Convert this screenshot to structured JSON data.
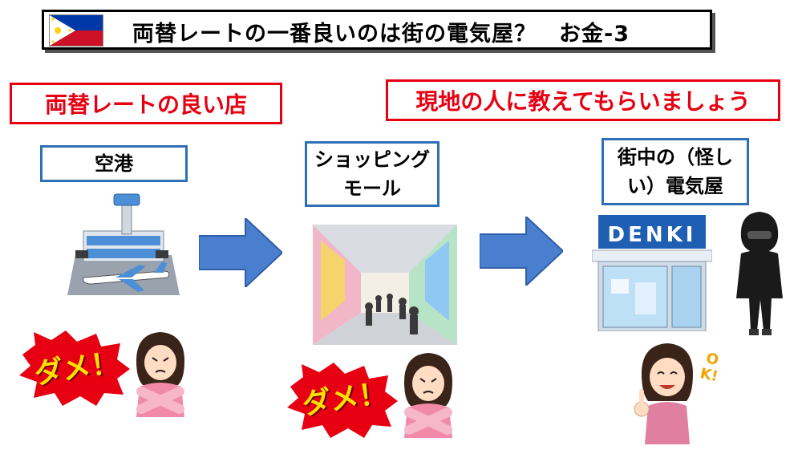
{
  "header": {
    "title": "両替レートの一番良いのは街の電気屋？　お金-3",
    "flag_icon": "philippines-flag-icon"
  },
  "callouts": {
    "left": "両替レートの良い店",
    "right": "現地の人に教えてもらいましょう"
  },
  "places": [
    {
      "label_line1": "空港",
      "label_line2": ""
    },
    {
      "label_line1": "ショッピング",
      "label_line2": "モール"
    },
    {
      "label_line1": "街中の（怪し",
      "label_line2": "い）電気屋"
    }
  ],
  "shop_sign": "DENKI",
  "stamps": {
    "ng": "ダメ！",
    "ok": "OK!"
  },
  "colors": {
    "accent_red": "#e60012",
    "accent_blue": "#2f6fb6",
    "arrow_blue": "#4a7fd0"
  }
}
